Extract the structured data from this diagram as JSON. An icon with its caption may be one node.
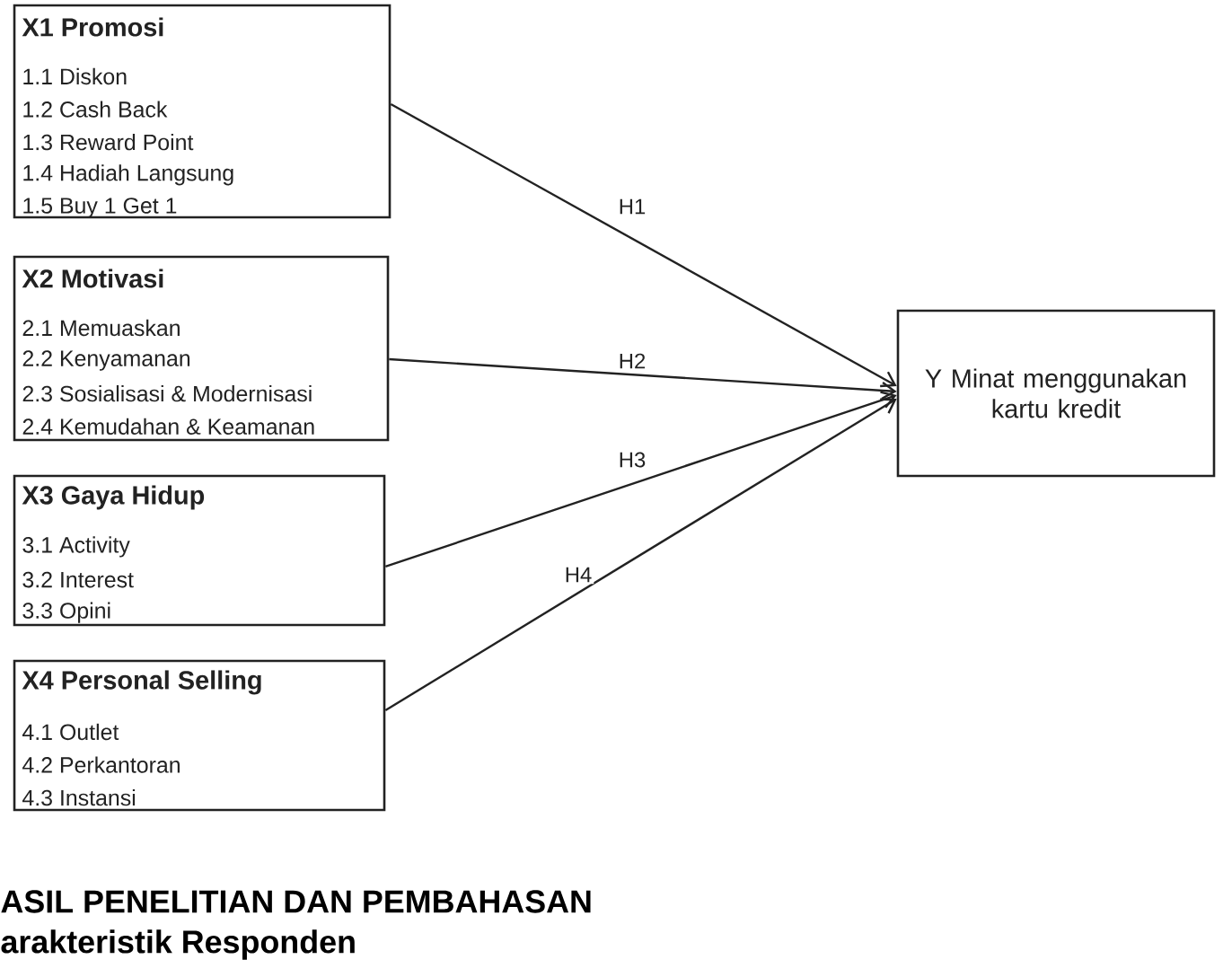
{
  "diagram": {
    "nodes": [
      {
        "text": [
          "X1 Promosi",
          "1.1 Diskon",
          "1.2 Cash Back",
          "1.3 Reward Point",
          "1.4 Hadiah Langsung",
          "1.5 Buy 1 Get 1"
        ]
      },
      {
        "text": [
          "X2 Motivasi",
          "2.1 Memuaskan",
          "2.2 Kenyamanan",
          "2.3 Sosialisasi & Modernisasi",
          "2.4 Kemudahan & Keamanan"
        ]
      },
      {
        "text": [
          "X3 Gaya Hidup",
          "3.1 Activity",
          "3.2 Interest",
          "3.3 Opini"
        ]
      },
      {
        "text": [
          "X4 Personal Selling",
          "4.1 Outlet",
          "4.2 Perkantoran",
          "4.3 Instansi"
        ]
      },
      {
        "text": [
          "Y Minat menggunakan kartu kredit"
        ]
      }
    ],
    "edges": [
      {
        "from": 0,
        "to": 4,
        "arrow": "to",
        "label": "H1"
      },
      {
        "from": 1,
        "to": 4,
        "arrow": "to",
        "label": "H2"
      },
      {
        "from": 2,
        "to": 4,
        "arrow": "to",
        "label": "H3"
      },
      {
        "from": 3,
        "to": 4,
        "arrow": "to",
        "label": "H4"
      }
    ],
    "labels": [
      "ASIL PENELITIAN DAN PEMBAHASAN",
      "arakteristik Responden"
    ]
  }
}
